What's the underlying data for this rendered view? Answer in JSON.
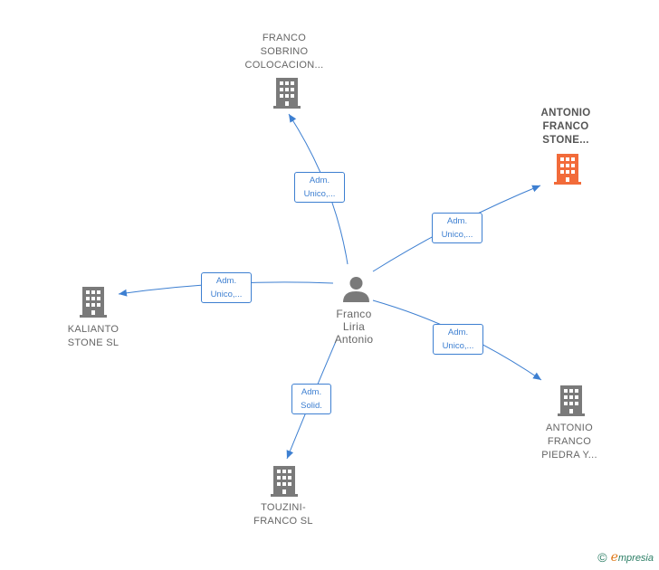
{
  "colors": {
    "edge": "#3d7fd1",
    "company": "#7a7a7a",
    "company_highlight": "#f26b3a",
    "person": "#7a7a7a"
  },
  "center": {
    "name": "Franco\nLiria\nAntonio",
    "icon": "person-icon"
  },
  "companies": [
    {
      "id": "sobrino",
      "label": "FRANCO\nSOBRINO\nCOLOCACION...",
      "icon": "building-icon",
      "highlight": false
    },
    {
      "id": "stone",
      "label": "ANTONIO\nFRANCO\nSTONE...",
      "icon": "building-icon",
      "highlight": true
    },
    {
      "id": "kalianto",
      "label": "KALIANTO\nSTONE  SL",
      "icon": "building-icon",
      "highlight": false
    },
    {
      "id": "piedra",
      "label": "ANTONIO\nFRANCO\nPIEDRA Y...",
      "icon": "building-icon",
      "highlight": false
    },
    {
      "id": "touzini",
      "label": "TOUZINI-\nFRANCO  SL",
      "icon": "building-icon",
      "highlight": false
    }
  ],
  "relations": [
    {
      "to": "sobrino",
      "line1": "Adm.",
      "line2": "Unico,..."
    },
    {
      "to": "stone",
      "line1": "Adm.",
      "line2": "Unico,..."
    },
    {
      "to": "kalianto",
      "line1": "Adm.",
      "line2": "Unico,..."
    },
    {
      "to": "piedra",
      "line1": "Adm.",
      "line2": "Unico,..."
    },
    {
      "to": "touzini",
      "line1": "Adm.",
      "line2": "Solid."
    }
  ],
  "footer": {
    "copyright_symbol": "©",
    "brand_initial": "e",
    "brand_rest": "mpresia"
  }
}
